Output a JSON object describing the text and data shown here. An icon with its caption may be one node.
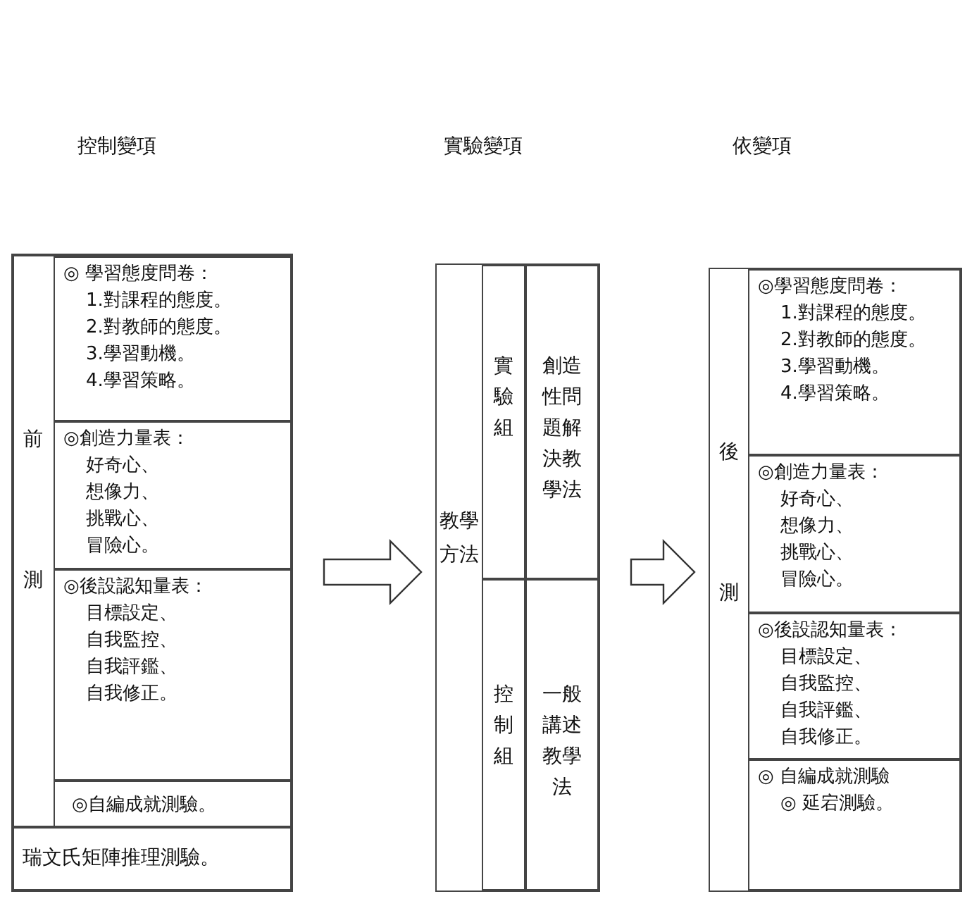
{
  "diagram": {
    "nodes": [
      {
        "text": [],
        "shape": "box"
      },
      {
        "text": [
          "前測"
        ],
        "in": 0
      },
      {
        "text": [
          "◎ 學習態度問卷：",
          "1.對課程的態度。",
          "2.對教師的態度。",
          "3.學習動機。",
          "4.學習策略。"
        ],
        "in": 1
      },
      {
        "text": [
          "◎創造力量表：",
          "好奇心、",
          "想像力、",
          "挑戰心、",
          "冒險心。"
        ],
        "in": 1
      },
      {
        "text": [
          "◎後設認知量表：",
          "目標設定、",
          "自我監控、",
          "自我評鑑、",
          "自我修正。"
        ],
        "in": 1
      },
      {
        "text": [
          "◎自編成就測驗。"
        ],
        "in": 1
      },
      {
        "text": [
          "瑞文氏矩陣推理測驗。"
        ],
        "in": 0
      },
      {
        "text": [
          "教學方法"
        ]
      },
      {
        "text": [
          "實驗組"
        ],
        "in": 7
      },
      {
        "text": [
          "創造性問題解決教學法"
        ],
        "in": 7
      },
      {
        "text": [
          "控制組"
        ],
        "in": 7
      },
      {
        "text": [
          "一般講述教學法"
        ],
        "in": 7
      },
      {
        "text": [
          "後測"
        ]
      },
      {
        "text": [
          "◎學習態度問卷：",
          "1.對課程的態度。",
          "2.對教師的態度。",
          "3.學習動機。",
          "4.學習策略。"
        ],
        "in": 12
      },
      {
        "text": [
          "◎創造力量表：",
          "好奇心、",
          "想像力、",
          "挑戰心、",
          "冒險心。"
        ],
        "in": 12
      },
      {
        "text": [
          "◎後設認知量表：",
          "目標設定、",
          "自我監控、",
          "自我評鑑、",
          "自我修正。"
        ],
        "in": 12
      },
      {
        "text": [
          "◎ 自編成就測驗",
          "◎ 延宕測驗。"
        ],
        "in": 12
      }
    ],
    "edges": [
      {
        "from": 0,
        "to": 7,
        "arrow": "to"
      },
      {
        "from": 7,
        "to": 12,
        "arrow": "to"
      }
    ],
    "labels": [
      "控制變項",
      "實驗變項",
      "依變項"
    ]
  }
}
